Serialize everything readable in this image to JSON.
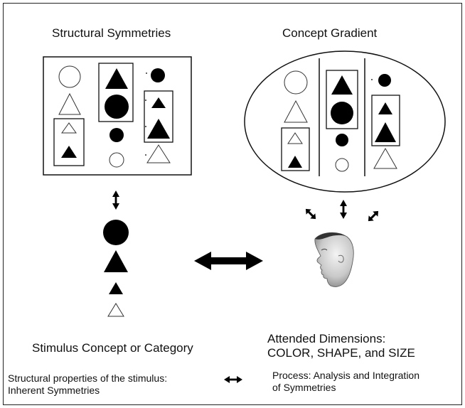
{
  "headings": {
    "left": "Structural Symmetries",
    "right": "Concept Gradient"
  },
  "captions": {
    "stimulus": "Stimulus Concept or Category",
    "attended_line1": "Attended Dimensions:",
    "attended_line2": "COLOR, SHAPE, and SIZE",
    "structural_line1": "Structural properties of the stimulus:",
    "structural_line2": "Inherent Symmetries",
    "process_line1": "Process: Analysis and Integration",
    "process_line2": "of Symmetries"
  },
  "icons": {
    "head": "human-head-profile-icon",
    "shapes": [
      "circle",
      "triangle"
    ],
    "fills": [
      "black",
      "white"
    ]
  }
}
